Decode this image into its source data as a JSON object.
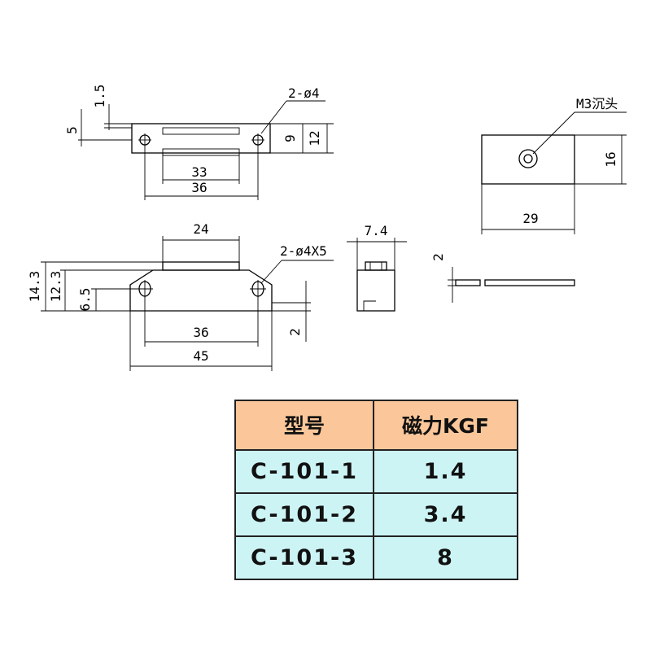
{
  "top_view": {
    "dim_thickness": "1.5",
    "dim_height_outer": "5",
    "dim_hole_callout": "2-ø4",
    "dim_inner_9": "9",
    "dim_outer_12": "12",
    "dim_slot_33": "33",
    "dim_holes_36": "36"
  },
  "plate_view": {
    "dim_callout": "M3沉头",
    "dim_height": "16",
    "dim_width": "29"
  },
  "front_view": {
    "dim_top_24": "24",
    "dim_callout": "2-ø4X5",
    "dim_14_3": "14.3",
    "dim_12_3": "12.3",
    "dim_6_5": "6.5",
    "dim_2": "2",
    "dim_36": "36",
    "dim_45": "45"
  },
  "side_view": {
    "dim_width": "7.4"
  },
  "plate_side_view": {
    "dim_thickness": "2"
  },
  "spec_table": {
    "headers": [
      "型号",
      "磁力KGF"
    ],
    "rows": [
      {
        "model": "C-101-1",
        "force": "1.4"
      },
      {
        "model": "C-101-2",
        "force": "3.4"
      },
      {
        "model": "C-101-3",
        "force": "8"
      }
    ]
  }
}
